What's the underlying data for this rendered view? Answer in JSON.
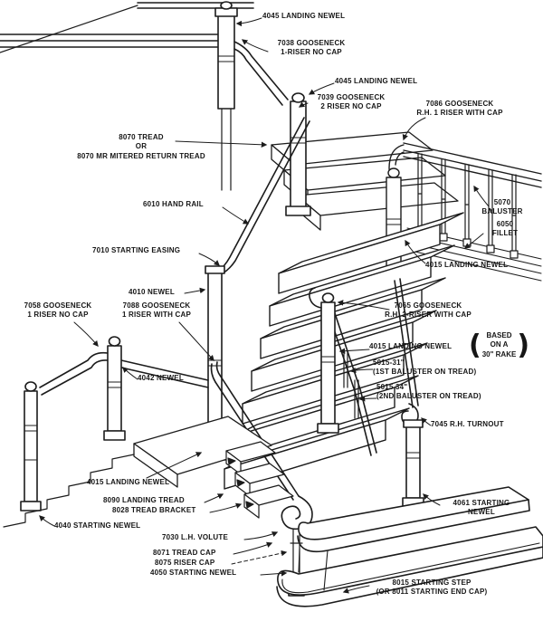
{
  "canvas": {
    "ink": "#1c1c1c",
    "paper": "#ffffff"
  },
  "diagram": {
    "description": "Exploded isometric line drawing of a staircase with numbered stair parts",
    "labels": [
      {
        "name": "landing-newel-4045-top",
        "text": "4045 LANDING NEWEL"
      },
      {
        "name": "gooseneck-7038",
        "text": "7038 GOOSENECK\n1-RISER NO CAP"
      },
      {
        "name": "landing-newel-4045-mid",
        "text": "4045 LANDING NEWEL"
      },
      {
        "name": "gooseneck-7039",
        "text": "7039 GOOSENECK\n2 RISER NO CAP"
      },
      {
        "name": "gooseneck-7086",
        "text": "7086 GOOSENECK\nR.H. 1 RISER WITH CAP"
      },
      {
        "name": "tread-8070",
        "text": "8070 TREAD\nOR\n8070 MR MITERED RETURN TREAD"
      },
      {
        "name": "baluster-5070",
        "text": "5070\nBALUSTER"
      },
      {
        "name": "fillet-6050",
        "text": "6050\nFILLET"
      },
      {
        "name": "landing-newel-4015-right",
        "text": "4015 LANDING NEWEL"
      },
      {
        "name": "handrail-6010",
        "text": "6010 HAND RAIL"
      },
      {
        "name": "starting-easing-7010",
        "text": "7010 STARTING EASING"
      },
      {
        "name": "newel-4010",
        "text": "4010 NEWEL"
      },
      {
        "name": "gooseneck-7088",
        "text": "7088 GOOSENECK\n1 RISER WITH CAP"
      },
      {
        "name": "gooseneck-7065",
        "text": "7065 GOOSENECK\nR.H. 2-RISER WITH CAP"
      },
      {
        "name": "gooseneck-7058",
        "text": "7058 GOOSENECK\n1 RISER NO CAP"
      },
      {
        "name": "newel-4042",
        "text": "4042 NEWEL"
      },
      {
        "name": "landing-newel-4015-center",
        "text": "4015 LANDING NEWEL"
      },
      {
        "name": "baluster-5015-31",
        "text": "5015-31\"\n(1ST BALUSTER ON TREAD)"
      },
      {
        "name": "baluster-5015-34",
        "text": "5015 34\"\n(2ND BALUSTER ON TREAD)"
      },
      {
        "name": "turnout-7045",
        "text": "7045 R.H. TURNOUT"
      },
      {
        "name": "landing-newel-4015-lower",
        "text": "4015 LANDING NEWEL"
      },
      {
        "name": "landing-tread-8090",
        "text": "8090 LANDING TREAD"
      },
      {
        "name": "tread-bracket-8028",
        "text": "8028 TREAD BRACKET"
      },
      {
        "name": "starting-newel-4061",
        "text": "4061 STARTING\nNEWEL"
      },
      {
        "name": "starting-newel-4040",
        "text": "4040 STARTING NEWEL"
      },
      {
        "name": "volute-7030",
        "text": "7030 L.H. VOLUTE"
      },
      {
        "name": "tread-cap-8071",
        "text": "8071 TREAD CAP"
      },
      {
        "name": "riser-cap-8075",
        "text": "8075 RISER CAP"
      },
      {
        "name": "starting-newel-4050",
        "text": "4050 STARTING NEWEL"
      },
      {
        "name": "starting-step-8015",
        "text": "8015 STARTING STEP\n(OR   8011 STARTING END CAP)"
      }
    ],
    "note": {
      "paren_open": "(",
      "paren_close": ")",
      "text": "BASED\nON A\n30\" RAKE"
    }
  }
}
